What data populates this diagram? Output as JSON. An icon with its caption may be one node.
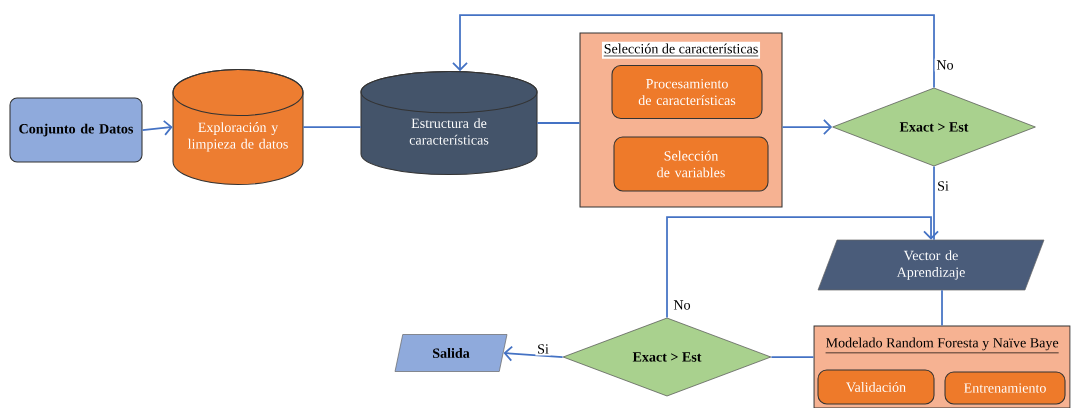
{
  "diagram": {
    "nodes": [
      {
        "text": [
          "Conjunto de Datos"
        ]
      },
      {
        "text": [
          "Exploración y limpieza de datos"
        ]
      },
      {
        "text": [
          "Estructura de características"
        ]
      },
      {
        "text": [
          "Selección de características"
        ]
      },
      {
        "text": [
          "Procesamiento de características"
        ],
        "in": 3
      },
      {
        "text": [
          "Selección de variables"
        ],
        "in": 3
      },
      {
        "text": [
          "Exact > Est"
        ]
      },
      {
        "text": [
          "Vector de Aprendizaje"
        ]
      },
      {
        "text": [
          "Modelado Random Foresta y Naïve Baye"
        ]
      },
      {
        "text": [
          "Validación"
        ],
        "in": 8
      },
      {
        "text": [
          "Entrenamiento"
        ],
        "in": 8
      },
      {
        "text": [
          "Exact > Est"
        ]
      },
      {
        "text": [
          "Salida"
        ]
      }
    ],
    "edges": [
      {
        "from": 0,
        "to": 1,
        "arrow": "to"
      },
      {
        "from": 1,
        "to": 2,
        "arrow": "none"
      },
      {
        "from": 2,
        "to": 3,
        "arrow": "none"
      },
      {
        "from": 3,
        "to": 6,
        "arrow": "to"
      },
      {
        "from": 6,
        "to": 2,
        "arrow": "to",
        "label": "No"
      },
      {
        "from": 6,
        "to": 7,
        "arrow": "none",
        "label": "Si"
      },
      {
        "from": 11,
        "to": 7,
        "arrow": "to",
        "label": "No"
      },
      {
        "from": 7,
        "to": 8,
        "arrow": "none"
      },
      {
        "from": 8,
        "to": 11,
        "arrow": "none"
      },
      {
        "from": 11,
        "to": 12,
        "arrow": "to",
        "label": "Si"
      }
    ]
  }
}
